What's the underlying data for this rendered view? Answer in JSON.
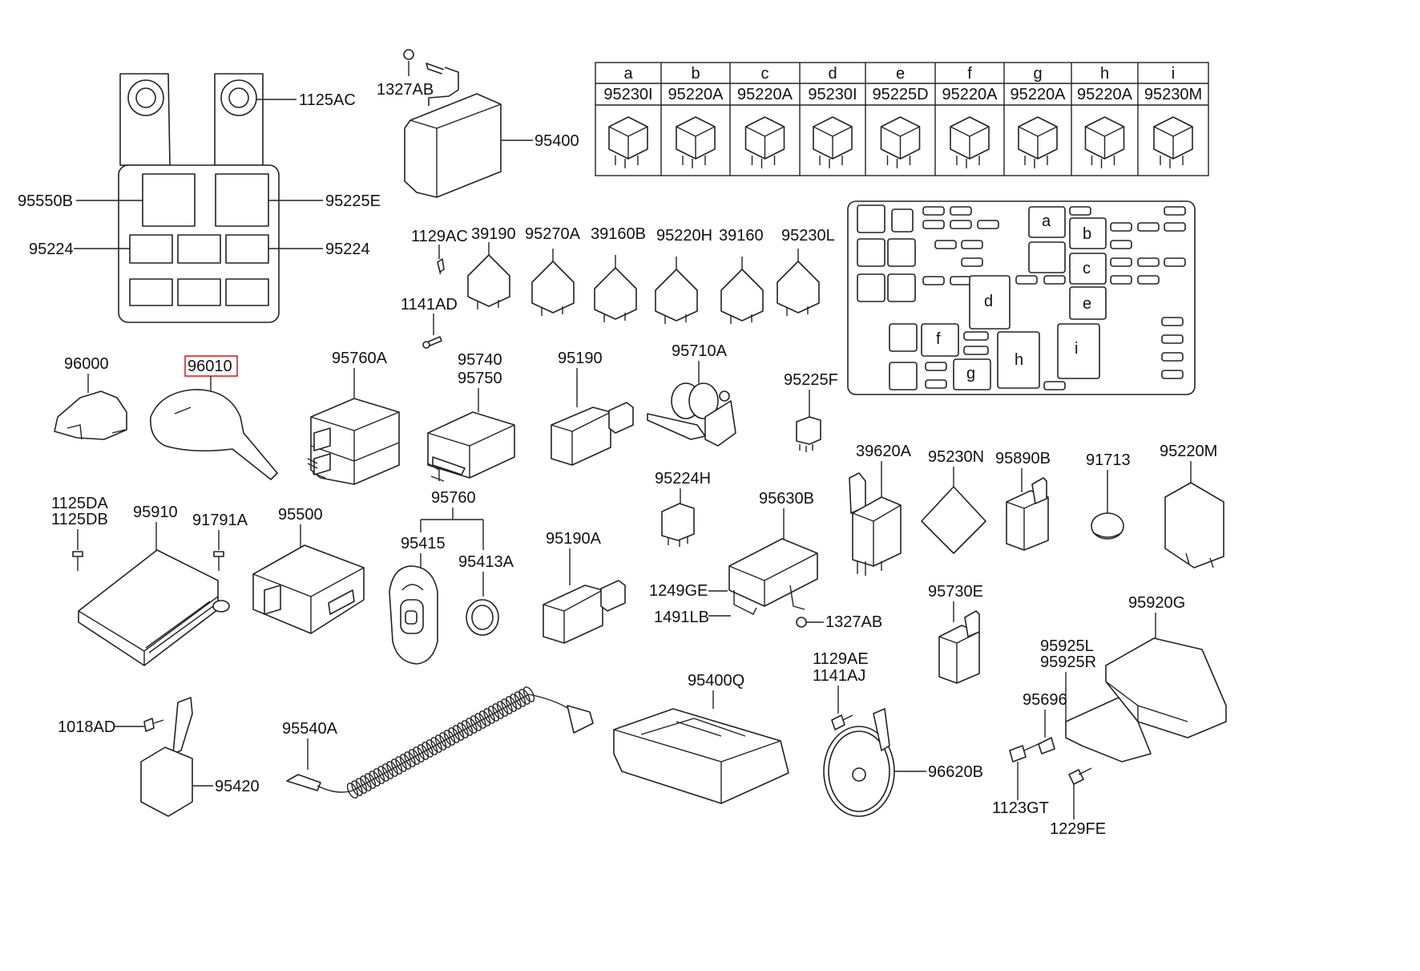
{
  "labels": {
    "p1125ac": "1125AC",
    "p95550b": "95550B",
    "p95225e": "95225E",
    "p95224_l": "95224",
    "p95224_r": "95224",
    "p1327ab_top": "1327AB",
    "p95400": "95400",
    "p1129ac": "1129AC",
    "p39190": "39190",
    "p95270a": "95270A",
    "p39160b": "39160B",
    "p95220h": "95220H",
    "p39160": "39160",
    "p95230l": "95230L",
    "p1141ad": "1141AD",
    "p96000": "96000",
    "p96010": "96010",
    "p95760a": "95760A",
    "p95740": "95740",
    "p95750": "95750",
    "p95190": "95190",
    "p95710a": "95710A",
    "p95225f": "95225F",
    "p39620a": "39620A",
    "p95230n": "95230N",
    "p95890b": "95890B",
    "p91713": "91713",
    "p95220m": "95220M",
    "p1125da": "1125DA",
    "p1125db": "1125DB",
    "p95910": "95910",
    "p91791a": "91791A",
    "p95500": "95500",
    "p95760": "95760",
    "p95415": "95415",
    "p95413a": "95413A",
    "p95190a": "95190A",
    "p95224h": "95224H",
    "p95630b": "95630B",
    "p1249ge": "1249GE",
    "p1491lb": "1491LB",
    "p1327ab_mid": "1327AB",
    "p95730e": "95730E",
    "p95920g": "95920G",
    "p95925l": "95925L",
    "p95925r": "95925R",
    "p95696": "95696",
    "p1123gt": "1123GT",
    "p1229fe": "1229FE",
    "p1018ad": "1018AD",
    "p95420": "95420",
    "p95540a": "95540A",
    "p95400q": "95400Q",
    "p1129ae": "1129AE",
    "p1141aj": "1141AJ",
    "p96620b": "96620B"
  },
  "relay_table": {
    "letters": [
      "a",
      "b",
      "c",
      "d",
      "e",
      "f",
      "g",
      "h",
      "i"
    ],
    "parts": [
      "95230I",
      "95220A",
      "95220A",
      "95230I",
      "95225D",
      "95220A",
      "95220A",
      "95220A",
      "95230M"
    ]
  },
  "fuse_box_letters": [
    "a",
    "b",
    "c",
    "d",
    "e",
    "f",
    "g",
    "h",
    "i"
  ],
  "highlight": {
    "color": "#e02020",
    "part": "96010"
  }
}
